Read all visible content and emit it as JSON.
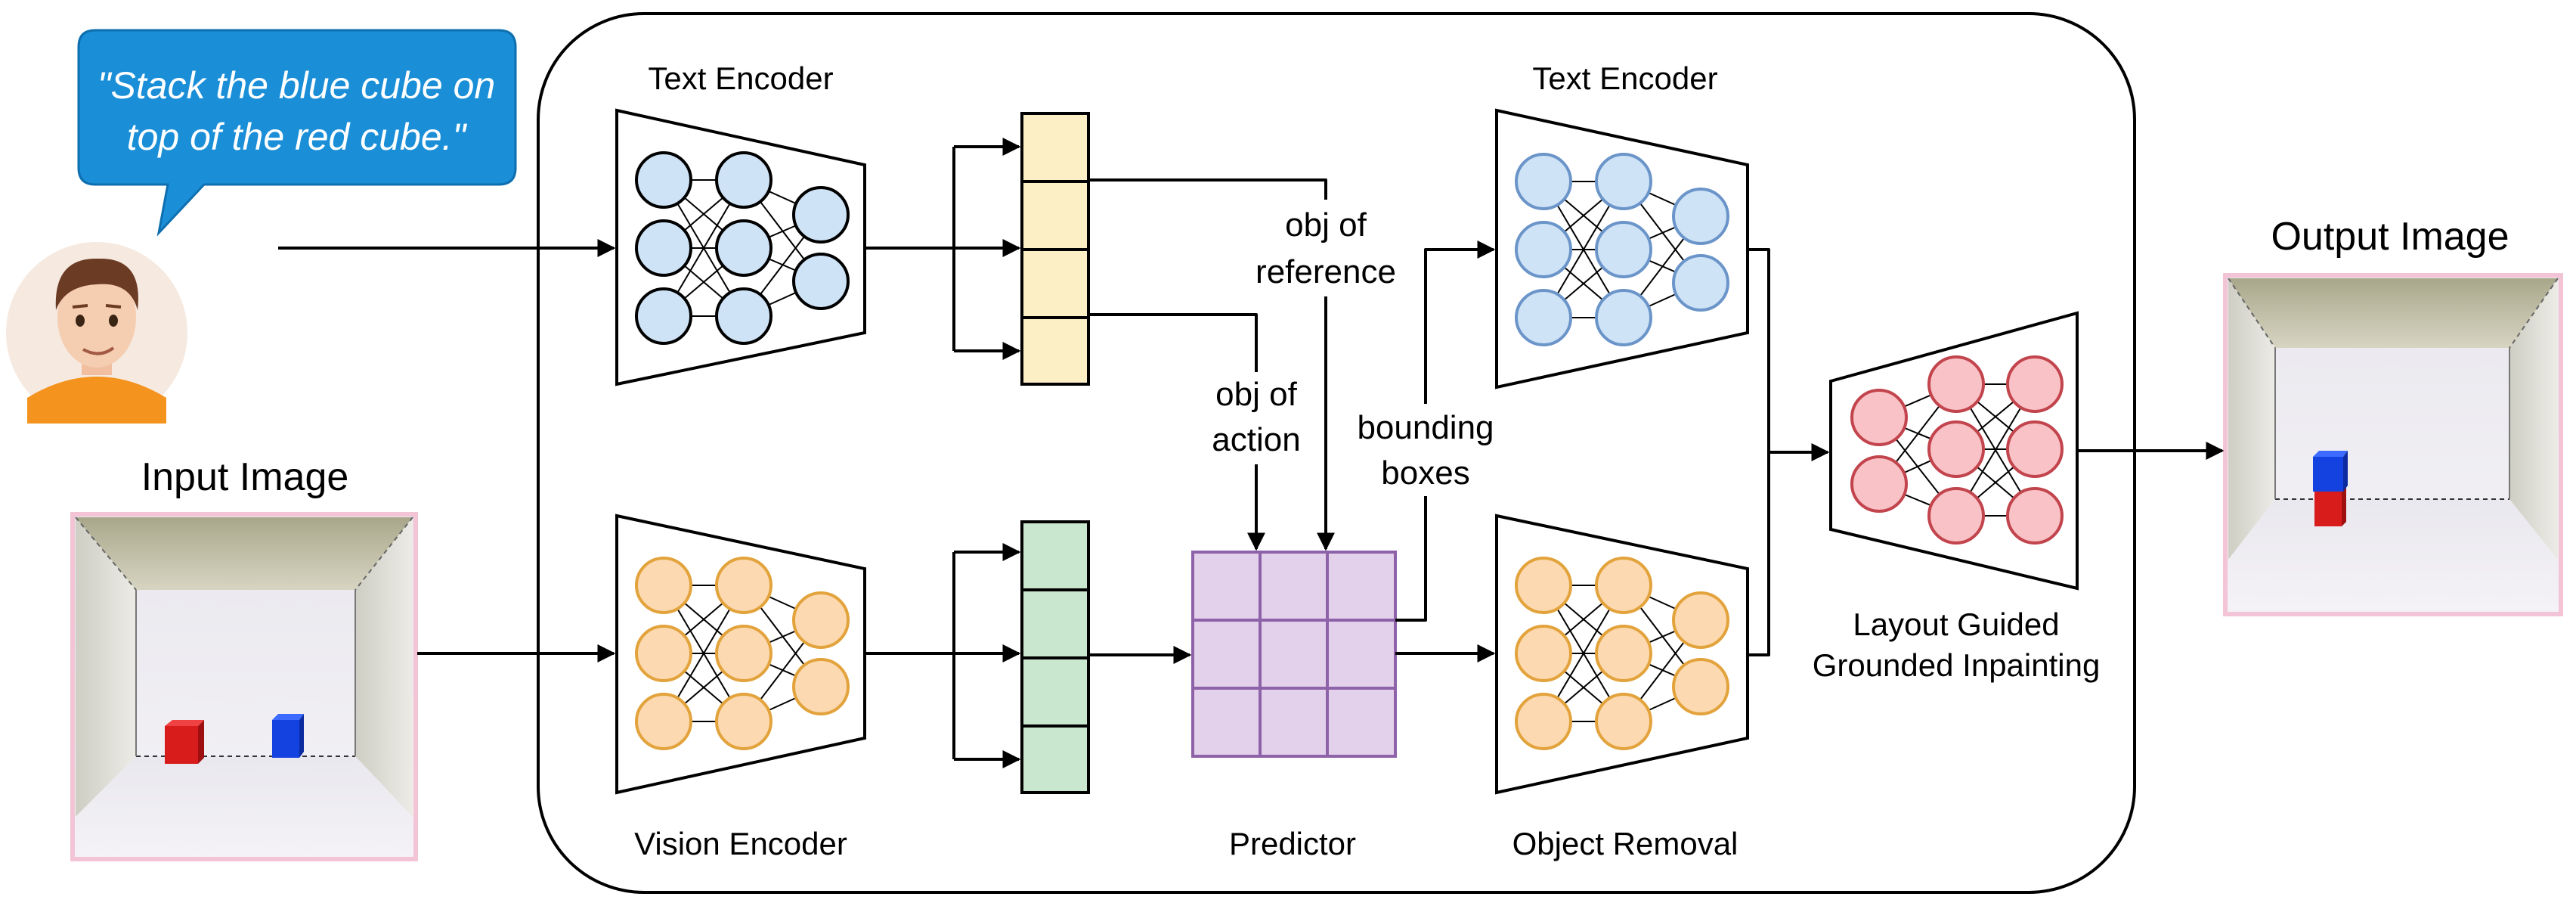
{
  "speech": {
    "line1": "\"Stack the blue cube on",
    "line2": "top of the red cube.\""
  },
  "input_image": {
    "title": "Input Image"
  },
  "output_image": {
    "title": "Output Image"
  },
  "blocks": {
    "text_encoder_top": "Text Encoder",
    "vision_encoder": "Vision Encoder",
    "predictor": "Predictor",
    "text_encoder_right": "Text Encoder",
    "object_removal": "Object Removal",
    "inpainting": {
      "line1": "Layout Guided",
      "line2": "Grounded Inpainting"
    }
  },
  "annotations": {
    "obj_reference": {
      "line1": "obj of",
      "line2": "reference"
    },
    "obj_action": {
      "line1": "obj of",
      "line2": "action"
    },
    "bounding_boxes": {
      "line1": "bounding",
      "line2": "boxes"
    }
  },
  "colors": {
    "text_encoder_fill": "#cfe3f7",
    "text_encoder_right_stroke": "#6b95c9",
    "vision_fill": "#fcd9b1",
    "vision_stroke": "#e3a33c",
    "inpaint_fill": "#f9c2c6",
    "inpaint_stroke": "#c2444d",
    "token_text_fill": "#fcefc6",
    "token_vision_fill": "#c9e6cf",
    "predictor_fill": "#e3d0ea",
    "predictor_stroke": "#8e62a8",
    "speech_fill": "#1a8fd8",
    "photo_border": "#f2c4d5"
  }
}
